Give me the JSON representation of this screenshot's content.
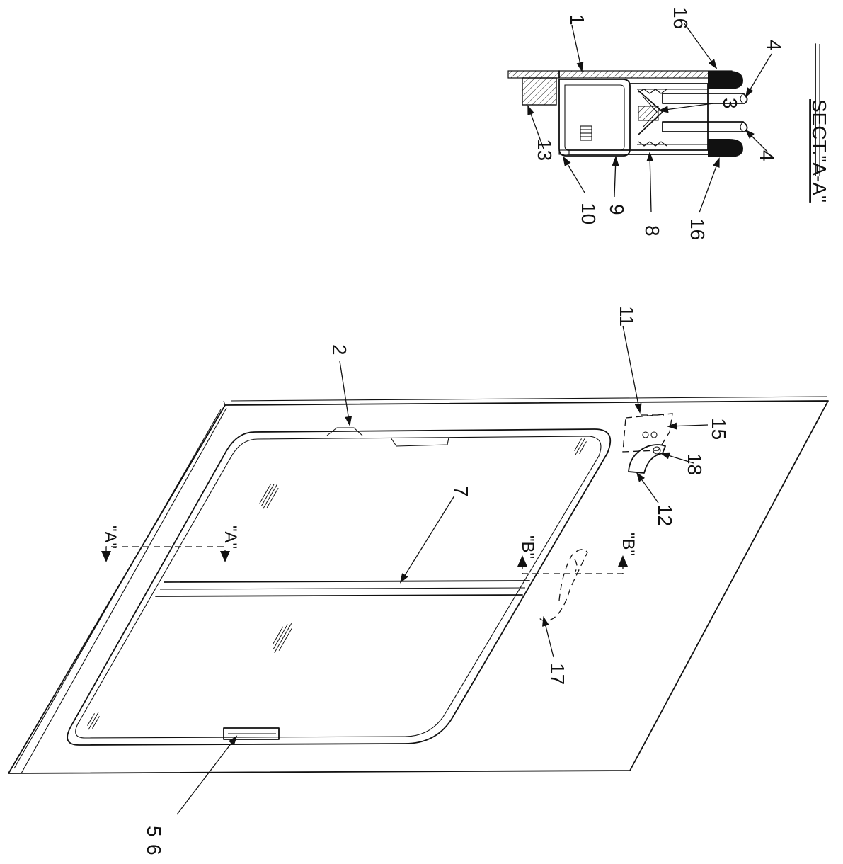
{
  "labels": {
    "door": "1",
    "stop": "2",
    "seal_strip": "3",
    "glass_panes": "4",
    "handle_left": "5",
    "handle_left_b": "6",
    "center_rail": "7",
    "channel_inner": "8",
    "frame_member": "9",
    "lining": "10",
    "lock_housing": "11",
    "latch_lever": "12",
    "top_block": "13",
    "lock_plate": "15",
    "gasket": "16",
    "spring_catch": "17",
    "pivot_screw": "18",
    "section_a": "\"A\"",
    "section_a_prime": "\"A\"",
    "section_b": "\"B\"",
    "section_b_prime": "\"B\"",
    "section_title": "SECT.\"A-A\""
  }
}
